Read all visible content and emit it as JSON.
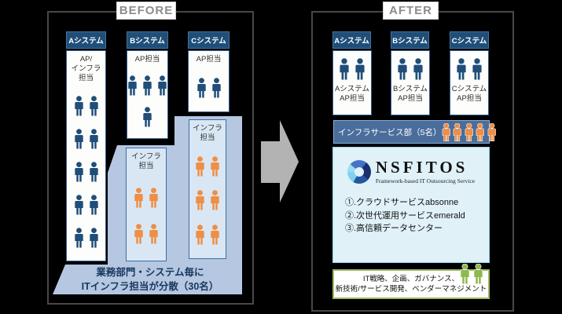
{
  "panel_before": {
    "label": "BEFORE",
    "systems": [
      {
        "name": "Aシステム",
        "role": "AP/\nインフラ\n担当",
        "staff_count": 10
      },
      {
        "name": "Bシステム",
        "role": "AP担当",
        "staff_count": 4,
        "infra_role": "インフラ\n担当",
        "infra_staff_count": 4
      },
      {
        "name": "Cシステム",
        "role": "AP担当",
        "staff_count": 2,
        "infra_role": "インフラ\n担当",
        "infra_staff_count": 6
      }
    ],
    "caption": "業務部門・システム毎に\nITインフラ担当が分散（30名）"
  },
  "panel_after": {
    "label": "AFTER",
    "systems": [
      {
        "name": "Aシステム",
        "role": "Aシステム\nAP担当",
        "staff_count": 2
      },
      {
        "name": "Bシステム",
        "role": "Bシステム\nAP担当",
        "staff_count": 2
      },
      {
        "name": "Cシステム",
        "role": "Cシステム\nAP担当",
        "staff_count": 2
      }
    ],
    "infra_bar": {
      "label": "インフラサービス部（5名）",
      "staff_count": 5
    },
    "service_box": {
      "logo_text": "NSFITOS",
      "logo_tagline": "Framework-based IT Outsourcing Service",
      "services": [
        "①.クラウドサービスabsonne",
        "②.次世代運用サービスemerald",
        "③.高信頼データセンター"
      ]
    },
    "governance_box": {
      "text": "IT戦略、企画、ガバナンス、\n新技術/サービス開発、ベンダーマネジメント",
      "staff_count": 2
    }
  },
  "colors": {
    "background": "#000000",
    "system_header_navy": "#1f4e79",
    "staff_navy": "#1f4e79",
    "staff_orange": "#ef8e44",
    "staff_green": "#8fb84e",
    "dispersion_polygon_blue": "#b5c7e1",
    "infra_box_fill": "#d9e7f4",
    "infra_bar_fill": "#4a6d9b",
    "service_box_fill": "#e0f1f8",
    "service_box_border": "#8ed6ef",
    "governance_border_green": "#9cb860",
    "arrow_gray": "#b3b3b3",
    "label_gray": "#8c8c8c"
  },
  "icons": {
    "staff": "person-icon",
    "transition": "right-arrow-icon",
    "logo_mark": "blue-swirl-circle-icon"
  }
}
